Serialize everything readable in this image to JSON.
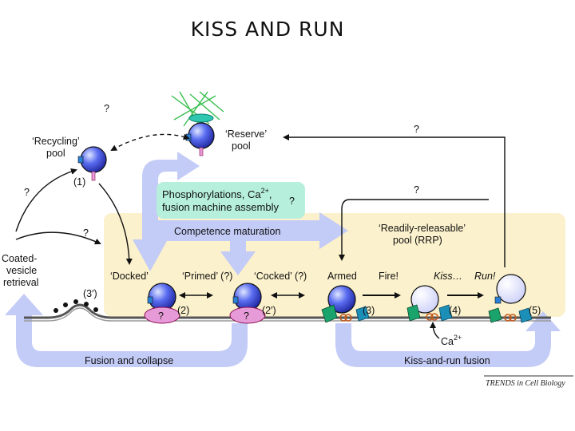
{
  "title": "KISS AND RUN",
  "diagram": {
    "labels": {
      "recycling_pool": [
        "‘Recycling’",
        "pool"
      ],
      "reserve_pool": [
        "‘Reserve’",
        "pool"
      ],
      "coated_vesicle": [
        "Coated-",
        "vesicle",
        "retrieval"
      ],
      "phosphorylation": [
        "Phosphorylations, Ca",
        "fusion machine assembly"
      ],
      "superscript_2plus": "2+",
      "comma": ",",
      "competence": "Competence maturation",
      "rrp": [
        "‘Readily-releasable’",
        "pool (RRP)"
      ],
      "docked": "‘Docked’",
      "primed": "‘Primed’ (?)",
      "cocked": "‘Cocked’ (?)",
      "armed": "Armed",
      "fire": "Fire!",
      "kiss": "Kiss…",
      "run": "Run!",
      "ca": "Ca",
      "fusion_collapse": "Fusion and collapse",
      "kiss_run_fusion": "Kiss-and-run fusion",
      "credit": "TRENDS in Cell Biology"
    },
    "step_numbers": [
      "(1)",
      "(2)",
      "(2′)",
      "(3)",
      "(4)",
      "(5)",
      "(3′)"
    ],
    "unknown_marks": [
      "?",
      "?",
      "?",
      "?",
      "?",
      "?",
      "?",
      "?"
    ],
    "colors": {
      "vesicle": "#3b4fd8",
      "vesicle_light": "#e6e8ff",
      "arrow_blue": "#c3cbf7",
      "pool_box": "#fbf1cc",
      "green_box": "#b6f0dc",
      "protein_pink": "#e79ad8",
      "snare_green": "#1aa36a",
      "snare_teal": "#1c8fb8",
      "actin": "#3bbf50"
    }
  }
}
